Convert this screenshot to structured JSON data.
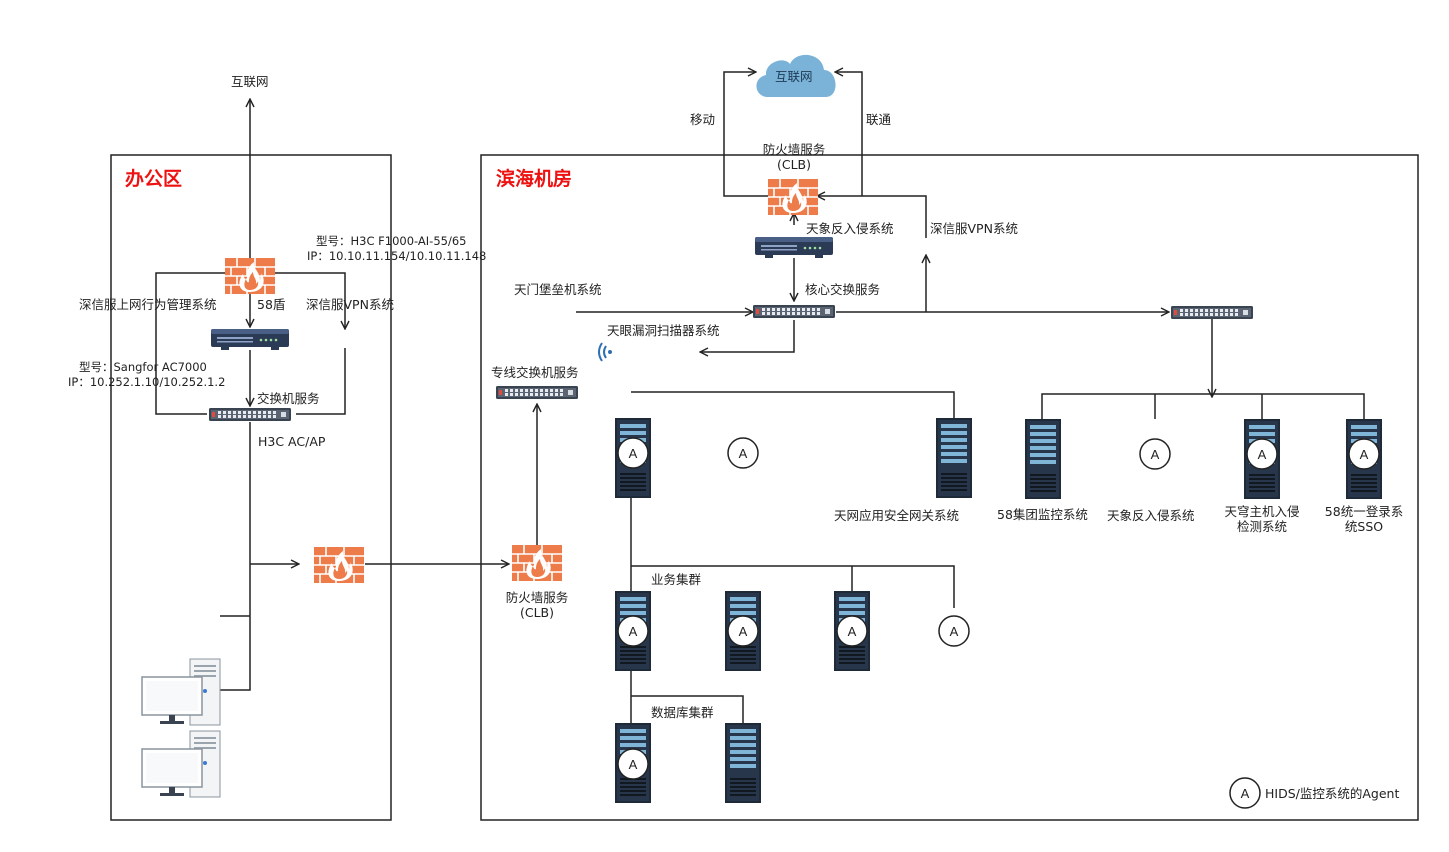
{
  "zones": {
    "office": "办公区",
    "datacenter": "滨海机房"
  },
  "office": {
    "internet": "互联网",
    "fw_model_line1": "型号：H3C F1000-AI-55/65",
    "fw_model_line2": "IP：10.10.11.154/10.10.11.148",
    "behavior_mgmt": "深信服上网行为管理系统",
    "dun58": "58盾",
    "vpn": "深信服VPN系统",
    "ac_model_line1": "型号：Sangfor AC7000",
    "ac_model_line2": "IP：10.252.1.10/10.252.1.2",
    "switch_service": "交换机服务",
    "h3c_ac": "H3C AC/AP"
  },
  "datacenter": {
    "cloud": "互联网",
    "mobile": "移动",
    "unicom": "联通",
    "fw_top_line1": "防火墙服务",
    "fw_top_line2": "(CLB)",
    "tianxiang_ids": "天象反入侵系统",
    "sangfor_vpn": "深信服VPN系统",
    "tianmen": "天门堡垒机系统",
    "core_switch": "核心交换服务",
    "tianyan": "天眼漏洞扫描器系统",
    "dedicated_switch": "专线交换机服务",
    "fw_bottom_line1": "防火墙服务",
    "fw_bottom_line2": "(CLB)",
    "tianwang": "天网应用安全网关系统",
    "group_monitor": "58集团监控系统",
    "tianxiang_ids2": "天象反入侵系统",
    "tianqiong_line1": "天穹主机入侵",
    "tianqiong_line2": "检测系统",
    "sso_line1": "58统一登录系",
    "sso_line2": "统SSO",
    "business_cluster": "业务集群",
    "db_cluster": "数据库集群",
    "agent_mark": "A",
    "legend_text": "HIDS/监控系统的Agent"
  },
  "colors": {
    "zone_title": "#ee1111",
    "firewall": "#ee7b4a",
    "cloud": "#7bb3d8",
    "switch_dark": "#2b3a55",
    "server": "#1f2a38",
    "line": "#222222"
  }
}
